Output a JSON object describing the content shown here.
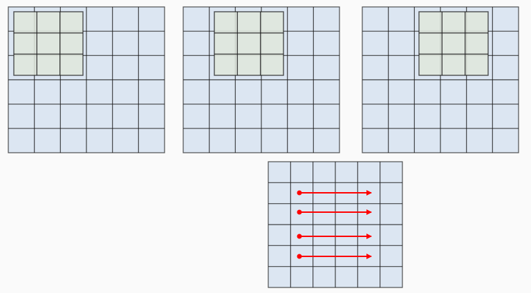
{
  "diagram": {
    "grid": {
      "rows": 6,
      "cols": 6
    },
    "kernel": {
      "rows": 3,
      "cols": 3
    },
    "panels": 3,
    "arrow_rows": 4,
    "colors": {
      "background": "#fafafa",
      "cell_fill": "#dce6f2",
      "grid_line": "#1a1a1a",
      "kernel_fill": "#dfe6dc",
      "arrow": "#ff0000"
    }
  }
}
